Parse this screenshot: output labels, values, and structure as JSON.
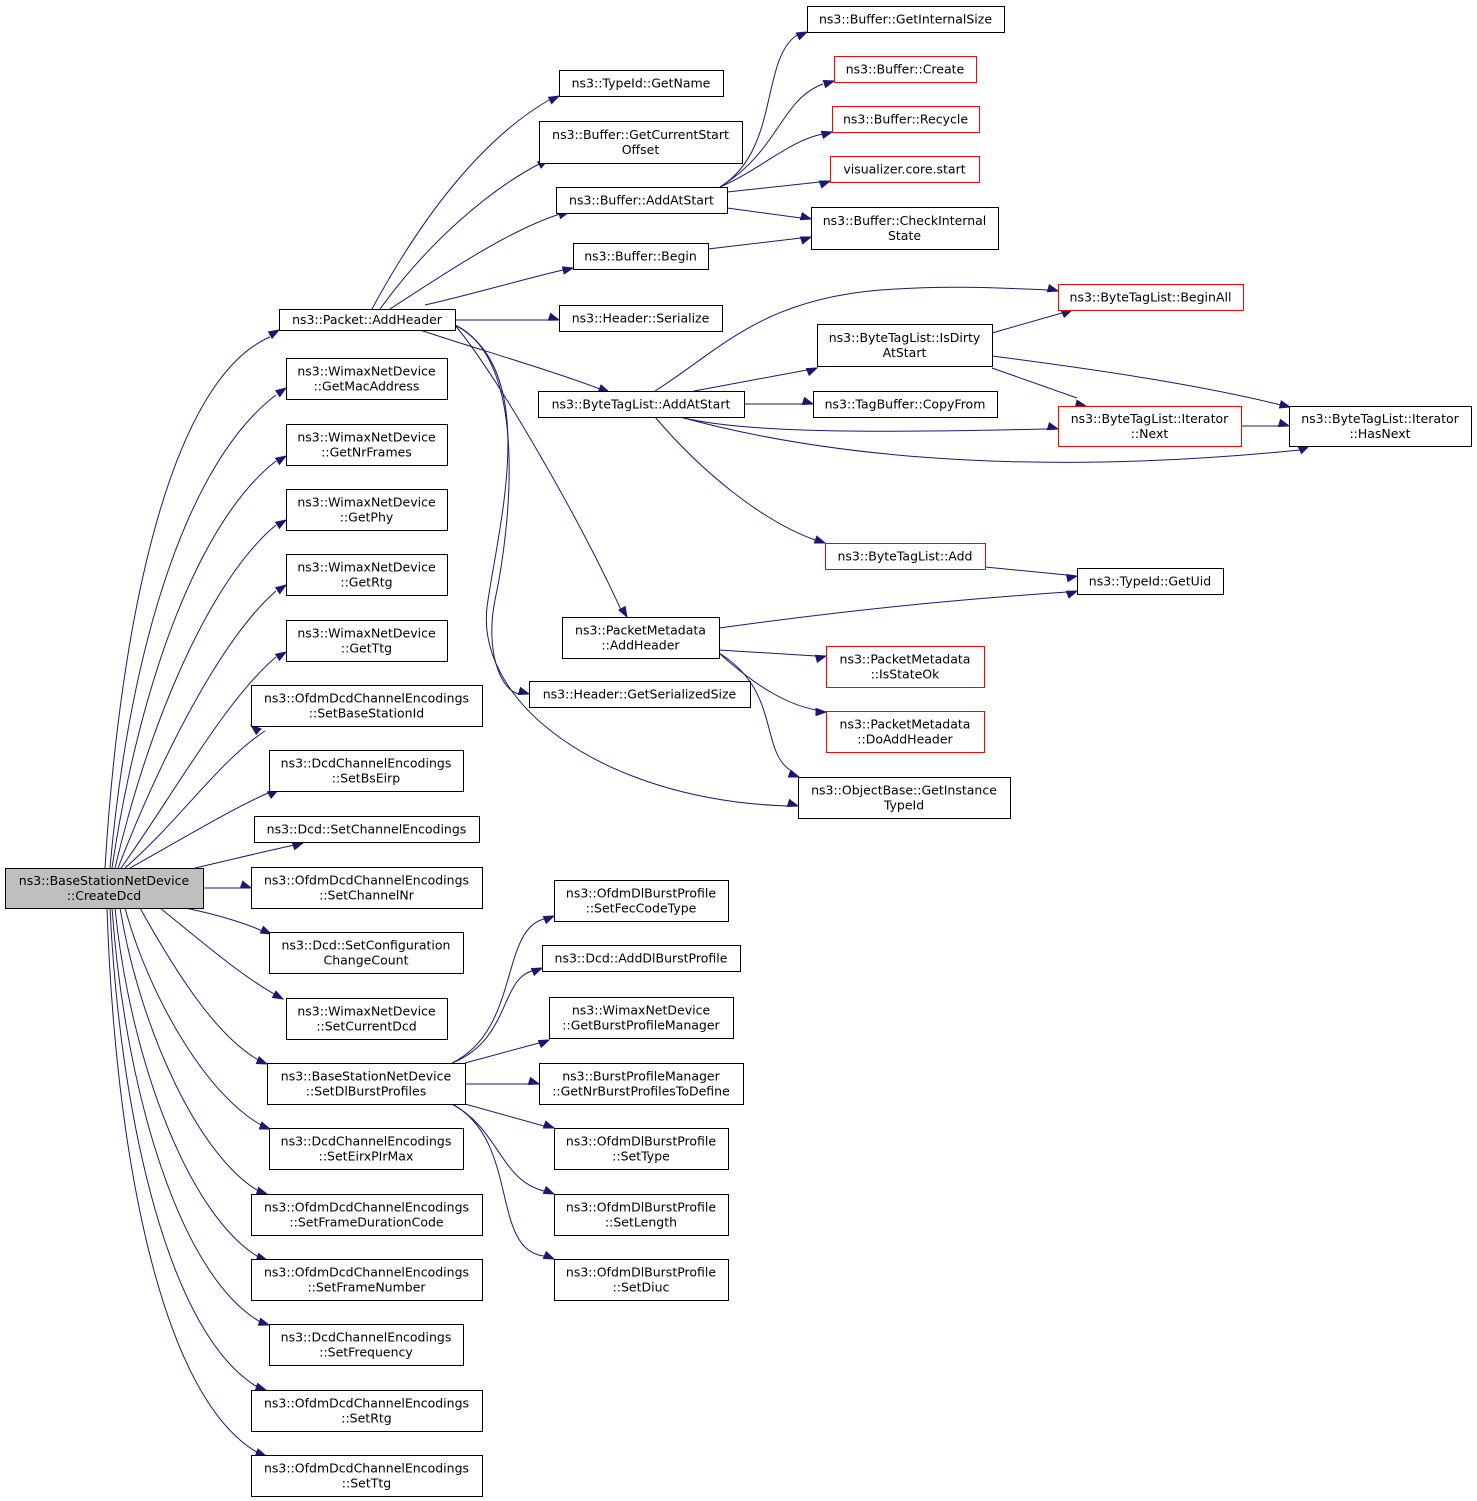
{
  "colors": {
    "edge": "#191970",
    "node_border": "#000000",
    "truncated_node_border": "#ff0000",
    "root_fill": "#bfbfbf",
    "node_fill": "#ffffff"
  },
  "nodes": {
    "root": {
      "lines": [
        "ns3::BaseStationNetDevice",
        "::CreateDcd"
      ]
    },
    "pkt_addheader": {
      "lines": [
        "ns3::Packet::AddHeader"
      ]
    },
    "typeid_getname": {
      "lines": [
        "ns3::TypeId::GetName"
      ]
    },
    "buf_getcurrentstartoffset": {
      "lines": [
        "ns3::Buffer::GetCurrentStart",
        "Offset"
      ]
    },
    "buf_addatstart": {
      "lines": [
        "ns3::Buffer::AddAtStart"
      ]
    },
    "buf_begin": {
      "lines": [
        "ns3::Buffer::Begin"
      ]
    },
    "header_serialize": {
      "lines": [
        "ns3::Header::Serialize"
      ]
    },
    "buf_getinternalsize": {
      "lines": [
        "ns3::Buffer::GetInternalSize"
      ]
    },
    "buf_create": {
      "lines": [
        "ns3::Buffer::Create"
      ]
    },
    "buf_recycle": {
      "lines": [
        "ns3::Buffer::Recycle"
      ]
    },
    "vis_core_start": {
      "lines": [
        "visualizer.core.start"
      ]
    },
    "buf_checkinternalstate": {
      "lines": [
        "ns3::Buffer::CheckInternal",
        "State"
      ]
    },
    "btl_beginall": {
      "lines": [
        "ns3::ByteTagList::BeginAll"
      ]
    },
    "btl_isdirtyatstart": {
      "lines": [
        "ns3::ByteTagList::IsDirty",
        "AtStart"
      ]
    },
    "btl_addatstart": {
      "lines": [
        "ns3::ByteTagList::AddAtStart"
      ]
    },
    "tagbuffer_copyfrom": {
      "lines": [
        "ns3::TagBuffer::CopyFrom"
      ]
    },
    "btl_iter_next": {
      "lines": [
        "ns3::ByteTagList::Iterator",
        "::Next"
      ]
    },
    "btl_iter_hasnext": {
      "lines": [
        "ns3::ByteTagList::Iterator",
        "::HasNext"
      ]
    },
    "btl_add": {
      "lines": [
        "ns3::ByteTagList::Add"
      ]
    },
    "typeid_getuid": {
      "lines": [
        "ns3::TypeId::GetUid"
      ]
    },
    "pm_addheader": {
      "lines": [
        "ns3::PacketMetadata",
        "::AddHeader"
      ]
    },
    "header_getserializedsize": {
      "lines": [
        "ns3::Header::GetSerializedSize"
      ]
    },
    "pm_isstateok": {
      "lines": [
        "ns3::PacketMetadata",
        "::IsStateOk"
      ]
    },
    "pm_doaddheader": {
      "lines": [
        "ns3::PacketMetadata",
        "::DoAddHeader"
      ]
    },
    "objbase_getinstancetypeid": {
      "lines": [
        "ns3::ObjectBase::GetInstance",
        "TypeId"
      ]
    },
    "wnd_getmacaddress": {
      "lines": [
        "ns3::WimaxNetDevice",
        "::GetMacAddress"
      ]
    },
    "wnd_getnrframes": {
      "lines": [
        "ns3::WimaxNetDevice",
        "::GetNrFrames"
      ]
    },
    "wnd_getphy": {
      "lines": [
        "ns3::WimaxNetDevice",
        "::GetPhy"
      ]
    },
    "wnd_getrtg": {
      "lines": [
        "ns3::WimaxNetDevice",
        "::GetRtg"
      ]
    },
    "wnd_getttg": {
      "lines": [
        "ns3::WimaxNetDevice",
        "::GetTtg"
      ]
    },
    "odce_setbasestationid": {
      "lines": [
        "ns3::OfdmDcdChannelEncodings",
        "::SetBaseStationId"
      ]
    },
    "dce_setbseirp": {
      "lines": [
        "ns3::DcdChannelEncodings",
        "::SetBsEirp"
      ]
    },
    "dcd_setchannelencodings": {
      "lines": [
        "ns3::Dcd::SetChannelEncodings"
      ]
    },
    "odce_setchannelnr": {
      "lines": [
        "ns3::OfdmDcdChannelEncodings",
        "::SetChannelNr"
      ]
    },
    "dcd_setconfigurationchangecount": {
      "lines": [
        "ns3::Dcd::SetConfiguration",
        "ChangeCount"
      ]
    },
    "wnd_setcurrentdcd": {
      "lines": [
        "ns3::WimaxNetDevice",
        "::SetCurrentDcd"
      ]
    },
    "bsnd_setdlburstprofiles": {
      "lines": [
        "ns3::BaseStationNetDevice",
        "::SetDlBurstProfiles"
      ]
    },
    "dce_seteirxplrmax": {
      "lines": [
        "ns3::DcdChannelEncodings",
        "::SetEirxPIrMax"
      ]
    },
    "odce_setframedurationcode": {
      "lines": [
        "ns3::OfdmDcdChannelEncodings",
        "::SetFrameDurationCode"
      ]
    },
    "odce_setframenumber": {
      "lines": [
        "ns3::OfdmDcdChannelEncodings",
        "::SetFrameNumber"
      ]
    },
    "dce_setfrequency": {
      "lines": [
        "ns3::DcdChannelEncodings",
        "::SetFrequency"
      ]
    },
    "odce_setrtg": {
      "lines": [
        "ns3::OfdmDcdChannelEncodings",
        "::SetRtg"
      ]
    },
    "odce_setttg": {
      "lines": [
        "ns3::OfdmDcdChannelEncodings",
        "::SetTtg"
      ]
    },
    "odbp_setfeccodetype": {
      "lines": [
        "ns3::OfdmDlBurstProfile",
        "::SetFecCodeType"
      ]
    },
    "dcd_adddlburstprofile": {
      "lines": [
        "ns3::Dcd::AddDlBurstProfile"
      ]
    },
    "wnd_getburstprofilemanager": {
      "lines": [
        "ns3::WimaxNetDevice",
        "::GetBurstProfileManager"
      ]
    },
    "bpm_getnrburstprofilestodefine": {
      "lines": [
        "ns3::BurstProfileManager",
        "::GetNrBurstProfilesToDefine"
      ]
    },
    "odbp_settype": {
      "lines": [
        "ns3::OfdmDlBurstProfile",
        "::SetType"
      ]
    },
    "odbp_setlength": {
      "lines": [
        "ns3::OfdmDlBurstProfile",
        "::SetLength"
      ]
    },
    "odbp_setdiuc": {
      "lines": [
        "ns3::OfdmDlBurstProfile",
        "::SetDiuc"
      ]
    }
  }
}
